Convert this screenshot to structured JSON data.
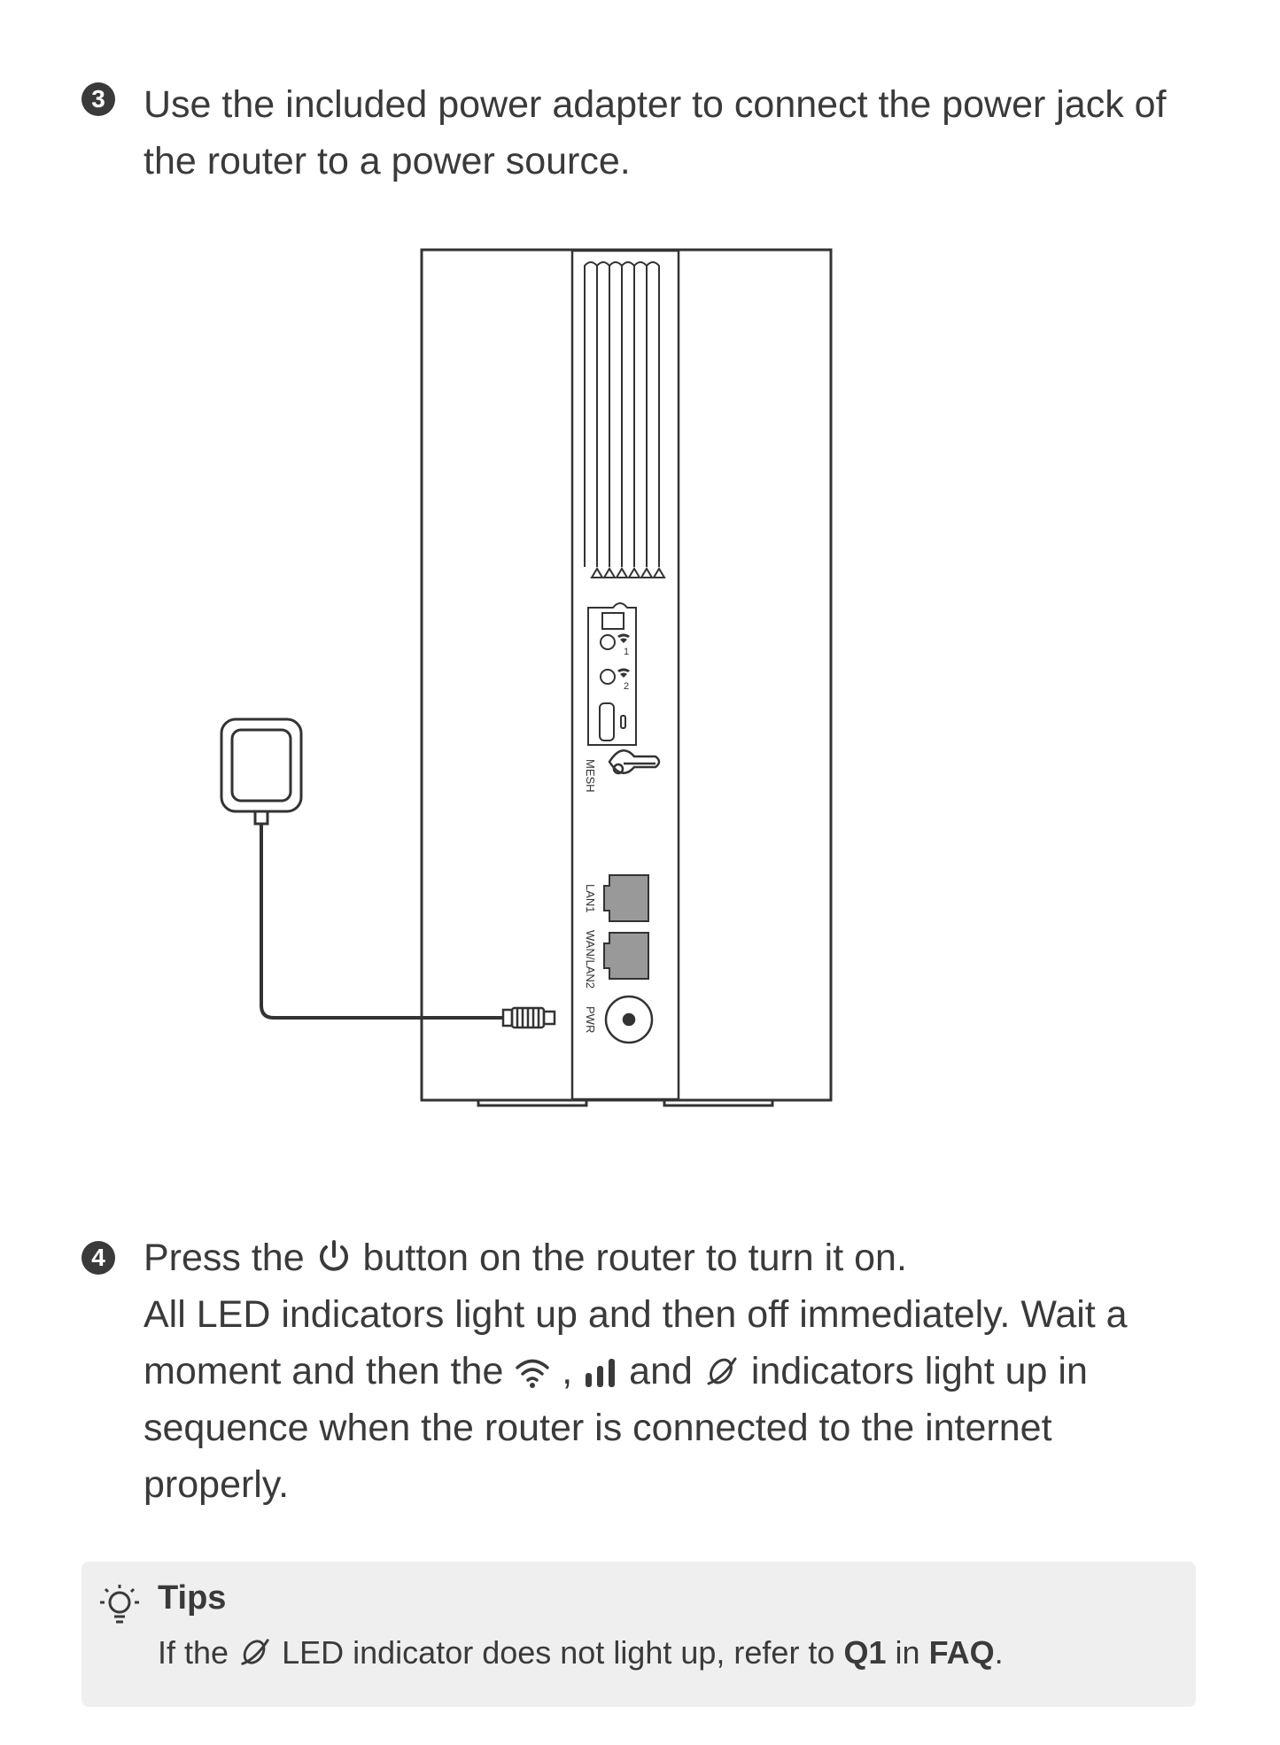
{
  "step3": {
    "number": "3",
    "text": "Use the included power adapter to connect the power jack of the router to a power source."
  },
  "diagram": {
    "port_labels": {
      "mesh": "MESH",
      "lan1": "LAN1",
      "wan_lan2": "WAN/LAN2",
      "pwr": "PWR"
    },
    "led_labels": [
      "1",
      "2"
    ]
  },
  "step4": {
    "number": "4",
    "line1_pre": "Press the",
    "line1_post": "button on the router to turn it on.",
    "line2": "All LED indicators light up and then off immediately. Wait a",
    "line3_pre": "moment and then the",
    "line3_comma": ",",
    "line3_and": "and",
    "line3_post": "indicators light up in",
    "line4": "sequence when the router is connected to the internet",
    "line5": "properly."
  },
  "tips": {
    "title": "Tips",
    "text_pre": "If the",
    "text_mid": "LED indicator does not light up, refer to",
    "q1": "Q1",
    "in_word": "in",
    "faq": "FAQ",
    "period": "."
  },
  "icons": {
    "power": "power-icon",
    "wifi": "wifi-icon",
    "signal": "signal-bars-icon",
    "internet": "internet-globe-icon",
    "tips": "lightbulb-icon"
  }
}
